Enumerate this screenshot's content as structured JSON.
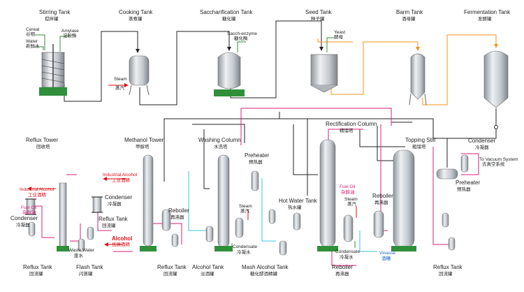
{
  "top_row": {
    "stirring_tank": {
      "en": "Stirring Tank",
      "cn": "搅拌罐"
    },
    "cooking_tank": {
      "en": "Cooking Tank",
      "cn": "蒸煮罐"
    },
    "saccharification_tank": {
      "en": "Saccharification Tank",
      "cn": "糖化罐"
    },
    "seed_tank": {
      "en": "Seed Tank",
      "cn": "种子罐"
    },
    "barm_tank": {
      "en": "Barm Tank",
      "cn": "酒母罐"
    },
    "fermentation_tank": {
      "en": "Fermentation Tank",
      "cn": "发酵罐"
    },
    "cereal": {
      "en": "Cereal",
      "cn": "谷物"
    },
    "water": {
      "en": "Water",
      "cn": "新鲜水"
    },
    "amylase": {
      "en": "Amylase",
      "cn": "淀粉酶"
    },
    "steam_cooking": {
      "en": "Steam",
      "cn": "蒸汽"
    },
    "sacch_enzyme": {
      "en": "Sacch-enzyme",
      "cn": "糖化酶"
    },
    "yeast": {
      "en": "Yeast",
      "cn": "酵母"
    }
  },
  "process": {
    "reflux_tower": {
      "en": "Reflux Tower",
      "cn": "回收塔"
    },
    "methanol_tower": {
      "en": "Methanol Tower",
      "cn": "甲醇塔"
    },
    "washing_column": {
      "en": "Washing Column",
      "cn": "水洗塔"
    },
    "rectification_column": {
      "en": "Rectification Column",
      "cn": "精馏塔"
    },
    "topping_still": {
      "en": "Topping Still",
      "cn": "粗馏塔"
    },
    "condenser_right": {
      "en": "Condenser",
      "cn": "冷凝器"
    },
    "to_vacuum": {
      "en": "To Vacuum System",
      "cn": "去真空系统"
    },
    "preheater_right": {
      "en": "Preheater",
      "cn": "预热器"
    },
    "preheater_mid": {
      "en": "Preheater",
      "cn": "预热器"
    },
    "industrial_alcohol_a": {
      "en": "Industrial Alcohol",
      "cn": "工业酒精"
    },
    "industrial_alcohol_b": {
      "en": "Industrial Alcohol",
      "cn": "工业酒精"
    },
    "fuel_oil_left": {
      "en": "Fuel Oil",
      "cn": "杂醇油"
    },
    "fuel_oil_mid": {
      "en": "Fuel Oil",
      "cn": "杂醇油"
    },
    "condenser_left": {
      "en": "Condenser",
      "cn": "冷凝器"
    },
    "condenser_mid": {
      "en": "Condenser",
      "cn": "冷凝器"
    },
    "reflux_tank_mid": {
      "en": "Reflux Tank",
      "cn": "回流罐"
    },
    "alcohol_product": {
      "en": "Alcohol",
      "cn": "优质酒精"
    },
    "waste_water": {
      "en": "Waste Water",
      "cn": "废水"
    },
    "reboiler_methanol": {
      "en": "Reboiler",
      "cn": "再沸器"
    },
    "steam_washing": {
      "en": "Steam",
      "cn": "蒸汽"
    },
    "hot_water_tank": {
      "en": "Hot Water Tank",
      "cn": "热水罐"
    },
    "steam_rect": {
      "en": "Steam",
      "cn": "蒸汽"
    },
    "reboiler_topping": {
      "en": "Reboiler",
      "cn": "再沸器"
    },
    "condensate_washing": {
      "en": "Condensate",
      "cn": "冷凝水"
    },
    "condensate_rect": {
      "en": "Condensate",
      "cn": "冷凝水"
    },
    "vinasse": {
      "en": "Vinasse",
      "cn": "酒糟"
    }
  },
  "bottom_row": {
    "reflux_tank_1": {
      "en": "Reflux Tank",
      "cn": "回流罐"
    },
    "flash_tank": {
      "en": "Flash Tank",
      "cn": "闪蒸罐"
    },
    "reflux_tank_2": {
      "en": "Reflux Tank",
      "cn": "回流罐"
    },
    "alcohol_tank": {
      "en": "Alcohol Tank",
      "cn": "淡酒罐"
    },
    "mash_alcohol_tank": {
      "en": "Mash Alcohol Tank",
      "cn": "糖化醪酒精罐"
    },
    "reboiler_bottom": {
      "en": "Reboiler",
      "cn": "再沸器"
    },
    "reflux_tank_3": {
      "en": "Reflux Tank",
      "cn": "回流罐"
    }
  },
  "colors": {
    "steel": "#c9ced3",
    "base_green": "#2f8f3a",
    "line_black": "#222222",
    "line_pink": "#d8207a",
    "line_orange": "#f29322",
    "line_cyan": "#3cc4d8",
    "line_red": "#e0101a"
  }
}
